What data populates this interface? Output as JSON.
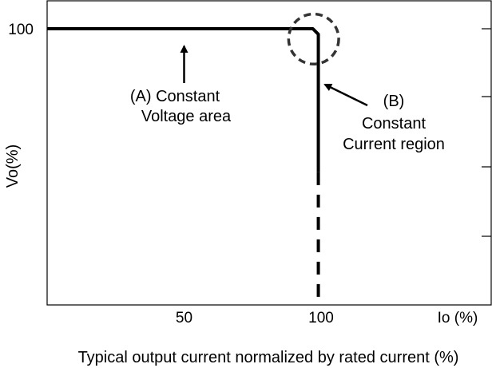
{
  "chart_data": {
    "type": "line",
    "title": "",
    "xlabel": "Typical output current normalized by rated current (%)",
    "ylabel": "Vo(%)",
    "x_unit_label": "Io (%)",
    "xlim": [
      0,
      100
    ],
    "ylim": [
      0,
      100
    ],
    "x_ticks": [
      {
        "value": 50,
        "label": "50"
      },
      {
        "value": 100,
        "label": "100"
      }
    ],
    "y_ticks": [
      {
        "value": 100,
        "label": "100"
      }
    ],
    "grid": false,
    "series": [
      {
        "style": "solid",
        "color": "#000000",
        "x": [
          0,
          97,
          99,
          99
        ],
        "y": [
          100,
          100,
          98,
          48
        ]
      },
      {
        "style": "dashed",
        "color": "#000000",
        "x": [
          99,
          99
        ],
        "y": [
          48,
          0
        ]
      }
    ],
    "annotations": [
      {
        "id": "A",
        "lines": [
          "(A)   Constant",
          "Voltage area"
        ],
        "target": {
          "x": 50,
          "y": 100
        },
        "text_at": {
          "x": 50,
          "y": 79
        }
      },
      {
        "id": "B",
        "lines": [
          "(B)",
          "Constant",
          "Current region"
        ],
        "target": {
          "x": 99,
          "y": 80
        },
        "text_at": {
          "x": 118,
          "y": 74
        }
      }
    ],
    "highlight_circle": {
      "x": 97,
      "y": 98,
      "radius_data": 9,
      "style": "dashed"
    }
  }
}
